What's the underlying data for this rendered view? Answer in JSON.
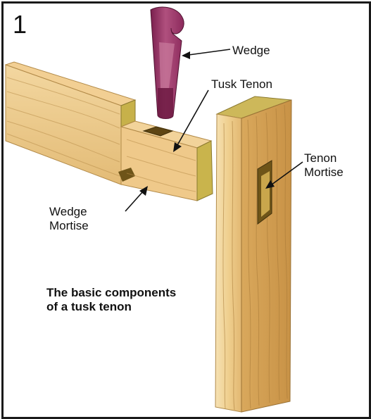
{
  "figure": {
    "number": "1",
    "caption_line1": "The basic components",
    "caption_line2": "of a tusk tenon"
  },
  "labels": {
    "wedge": "Wedge",
    "tusk_tenon": "Tusk Tenon",
    "tenon_mortise_line1": "Tenon",
    "tenon_mortise_line2": "Mortise",
    "wedge_mortise_line1": "Wedge",
    "wedge_mortise_line2": "Mortise"
  },
  "colors": {
    "wood_light": "#f3d9a0",
    "wood_mid": "#e8c07a",
    "wood_dark": "#c9974d",
    "end_grain": "#c7b14a",
    "wedge_purple": "#8c2a5c",
    "wedge_light": "#c0628e",
    "frame": "#1a1a1a"
  }
}
